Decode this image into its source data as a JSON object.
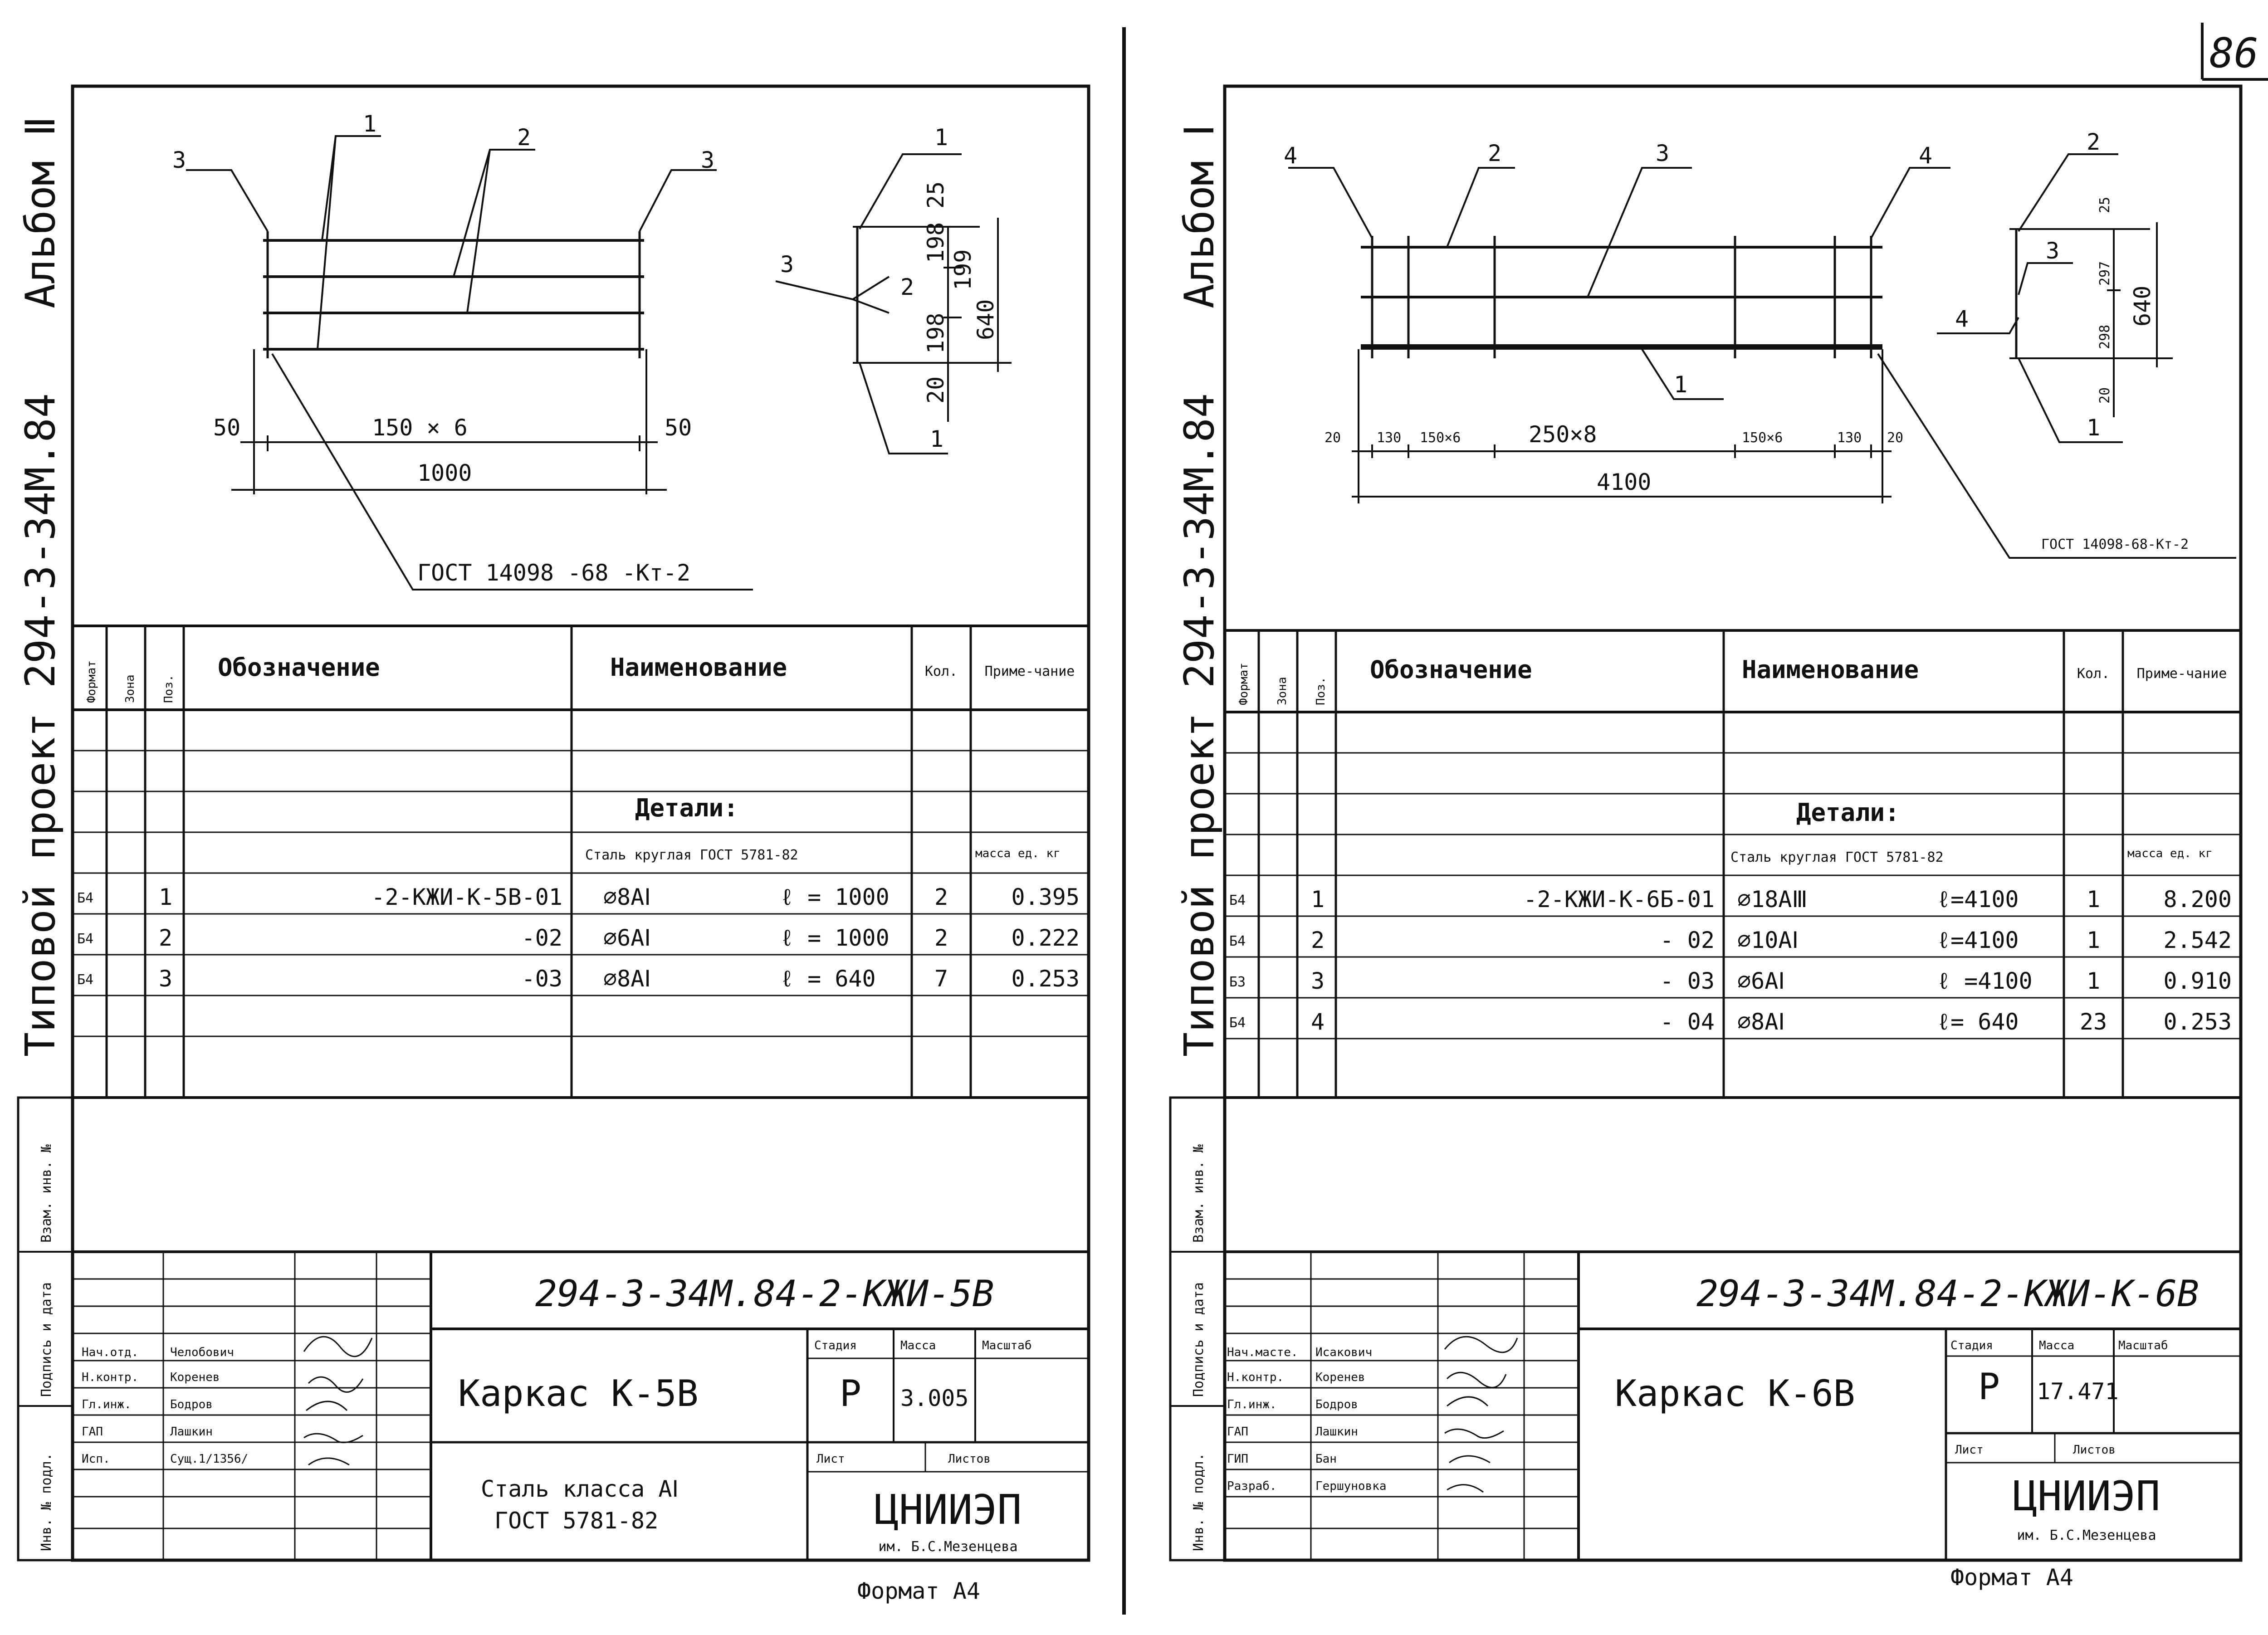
{
  "page_number": "86",
  "left": {
    "side_stamp": {
      "album": "Альбом Ⅱ",
      "project": "Типовой проект 294-3-34М.84"
    },
    "side_cells": [
      "Взам. инв. №",
      "Подпись и дата",
      "Инв. № подл."
    ],
    "drawing": {
      "leaders": [
        "1",
        "2",
        "3",
        "3",
        "1",
        "2",
        "3",
        "1"
      ],
      "dims": [
        "50",
        "150 × 6",
        "50",
        "1000",
        "25",
        "198",
        "198",
        "199",
        "640",
        "20"
      ],
      "gost_note": "ГОСТ 14098 -68 -Кт-2"
    },
    "spec": {
      "headers": [
        "Формат",
        "Зона",
        "Поз.",
        "Обозначение",
        "Наименование",
        "Кол.",
        "Приме-чание"
      ],
      "group_title": "Детали:",
      "material": "Сталь круглая ГОСТ 5781-82",
      "mass_header": "масса ед. кг",
      "rows": [
        {
          "format": "Б4",
          "zone": "",
          "pos": "1",
          "designation": "-2-КЖИ-К-5В-01",
          "name": "⌀8АⅠ",
          "length": "ℓ = 1000",
          "qty": "2",
          "note": "0.395"
        },
        {
          "format": "Б4",
          "zone": "",
          "pos": "2",
          "designation": "-02",
          "name": "⌀6АⅠ",
          "length": "ℓ = 1000",
          "qty": "2",
          "note": "0.222"
        },
        {
          "format": "Б4",
          "zone": "",
          "pos": "3",
          "designation": "-03",
          "name": "⌀8АⅠ",
          "length": "ℓ = 640",
          "qty": "7",
          "note": "0.253"
        }
      ]
    },
    "title_block": {
      "code": "294-3-34М.84-2-КЖИ-5В",
      "name": "Каркас К-5В",
      "material_line1": "Сталь класса АⅠ",
      "material_line2": "ГОСТ 5781-82",
      "labels": {
        "stage": "Стадия",
        "mass": "Масса",
        "scale": "Масштаб",
        "sheet": "Лист",
        "sheets": "Листов"
      },
      "stage": "Р",
      "mass": "3.005",
      "org": "ЦНИИЭП",
      "org_sub": "им. Б.С.Мезенцева",
      "staff": [
        {
          "role": "Нач.отд.",
          "name": "Челобович"
        },
        {
          "role": "Н.контр.",
          "name": "Коренев"
        },
        {
          "role": "Гл.инж.",
          "name": "Бодров"
        },
        {
          "role": "ГАП",
          "name": "Лашкин"
        },
        {
          "role": "Исп.",
          "name": "Сущ.1/1356/"
        }
      ]
    },
    "format": "Формат А4"
  },
  "right": {
    "side_stamp": {
      "album": "Альбом Ⅰ",
      "project": "Типовой проект 294-3-34М.84"
    },
    "side_cells": [
      "Взам. инв. №",
      "Подпись и дата",
      "Инв. № подл."
    ],
    "drawing": {
      "leaders": [
        "4",
        "2",
        "3",
        "4",
        "1",
        "2",
        "3",
        "4",
        "1"
      ],
      "dims": [
        "20",
        "130",
        "150×6",
        "250×8",
        "150×6",
        "130",
        "20",
        "4100",
        "25",
        "297",
        "298",
        "640",
        "20"
      ],
      "gost_note": "ГОСТ 14098-68-Кт-2"
    },
    "spec": {
      "headers": [
        "Формат",
        "Зона",
        "Поз.",
        "Обозначение",
        "Наименование",
        "Кол.",
        "Приме-чание"
      ],
      "group_title": "Детали:",
      "material": "Сталь круглая ГОСТ 5781-82",
      "mass_header": "масса ед. кг",
      "rows": [
        {
          "format": "Б4",
          "zone": "",
          "pos": "1",
          "designation": "-2-КЖИ-К-6Б-01",
          "name": "⌀18АⅢ",
          "length": "ℓ=4100",
          "qty": "1",
          "note": "8.200"
        },
        {
          "format": "Б4",
          "zone": "",
          "pos": "2",
          "designation": "- 02",
          "name": "⌀10АⅠ",
          "length": "ℓ=4100",
          "qty": "1",
          "note": "2.542"
        },
        {
          "format": "Б3",
          "zone": "",
          "pos": "3",
          "designation": "- 03",
          "name": "⌀6АⅠ",
          "length": "ℓ =4100",
          "qty": "1",
          "note": "0.910"
        },
        {
          "format": "Б4",
          "zone": "",
          "pos": "4",
          "designation": "- 04",
          "name": "⌀8АⅠ",
          "length": "ℓ= 640",
          "qty": "23",
          "note": "0.253"
        }
      ]
    },
    "title_block": {
      "code": "294-3-34М.84-2-КЖИ-К-6В",
      "name": "Каркас К-6В",
      "labels": {
        "stage": "Стадия",
        "mass": "Масса",
        "scale": "Масштаб",
        "sheet": "Лист",
        "sheets": "Листов"
      },
      "stage": "Р",
      "mass": "17.471",
      "org": "ЦНИИЭП",
      "org_sub": "им. Б.С.Мезенцева",
      "staff": [
        {
          "role": "Нач.масте.",
          "name": "Исакович"
        },
        {
          "role": "Н.контр.",
          "name": "Коренев"
        },
        {
          "role": "Гл.инж.",
          "name": "Бодров"
        },
        {
          "role": "ГАП",
          "name": "Лашкин"
        },
        {
          "role": "ГИП",
          "name": "Бан"
        },
        {
          "role": "Разраб.",
          "name": "Гершуновка"
        }
      ]
    },
    "format": "Формат А4"
  }
}
